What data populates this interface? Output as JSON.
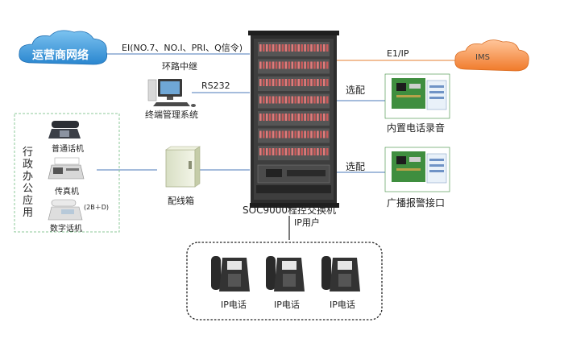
{
  "network": {
    "carrier_cloud": "运营商网络",
    "ims_cloud": "IMS",
    "trunk_label": "EI(NO.7、NO.I、PRI、Q信令)",
    "trunk_sub": "环路中继",
    "e1ip_label": "E1/IP",
    "rs232_label": "RS232",
    "terminal_label": "终端管理系统"
  },
  "switch": {
    "label": "SOC9000程控交换机",
    "ip_user_label": "IP用户"
  },
  "options": {
    "recorder_tag": "选配",
    "recorder_label": "内置电话录音",
    "broadcast_tag": "选配",
    "broadcast_label": "广播报警接口"
  },
  "office": {
    "group_label": "行政办公应用",
    "phone_label": "普通话机",
    "fax_label": "传真机",
    "digital_label": "数字话机",
    "digital_note": "(2B＋D)",
    "distribution_label": "配线箱"
  },
  "ip_phones": [
    "IP电话",
    "IP电话",
    "IP电话"
  ],
  "colors": {
    "cloud_blue": "#3d9ede",
    "ims_orange": "#f08a3c",
    "line_blue": "#6f93c6",
    "line_orange": "#e9995a",
    "rack_dark": "#2d2d2d",
    "group_border": "#8cc99a"
  }
}
